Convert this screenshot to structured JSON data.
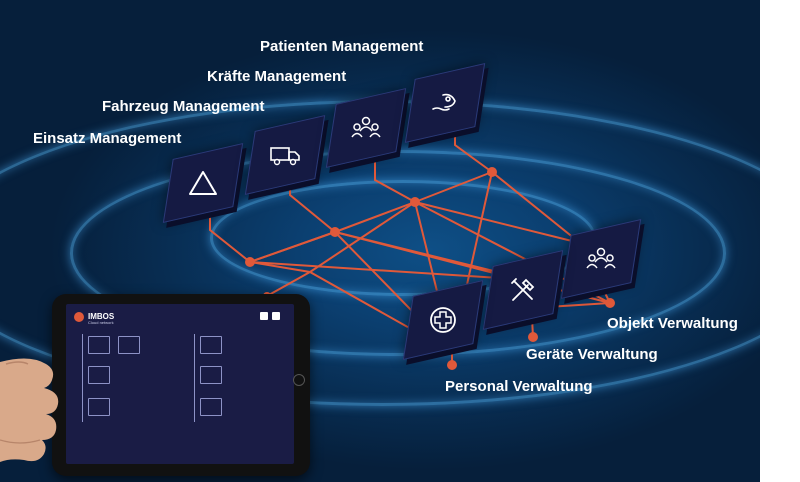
{
  "labels": {
    "patienten": "Patienten Management",
    "kraefte": "Kräfte Management",
    "fahrzeug": "Fahrzeug Management",
    "einsatz": "Einsatz Management",
    "objekt": "Objekt Verwaltung",
    "geraete": "Geräte Verwaltung",
    "personal": "Personal Verwaltung"
  },
  "tablet": {
    "app_title": "IMBOS",
    "app_subtitle": "Cloud network"
  },
  "colors": {
    "background": "#0b3f70",
    "tile": "#151a43",
    "connector": "#e0593a",
    "text": "#ffffff"
  },
  "icons": [
    "warning-triangle-icon",
    "truck-icon",
    "people-icon",
    "patient-icon",
    "people-group-icon",
    "tools-icon",
    "medical-cross-icon"
  ]
}
